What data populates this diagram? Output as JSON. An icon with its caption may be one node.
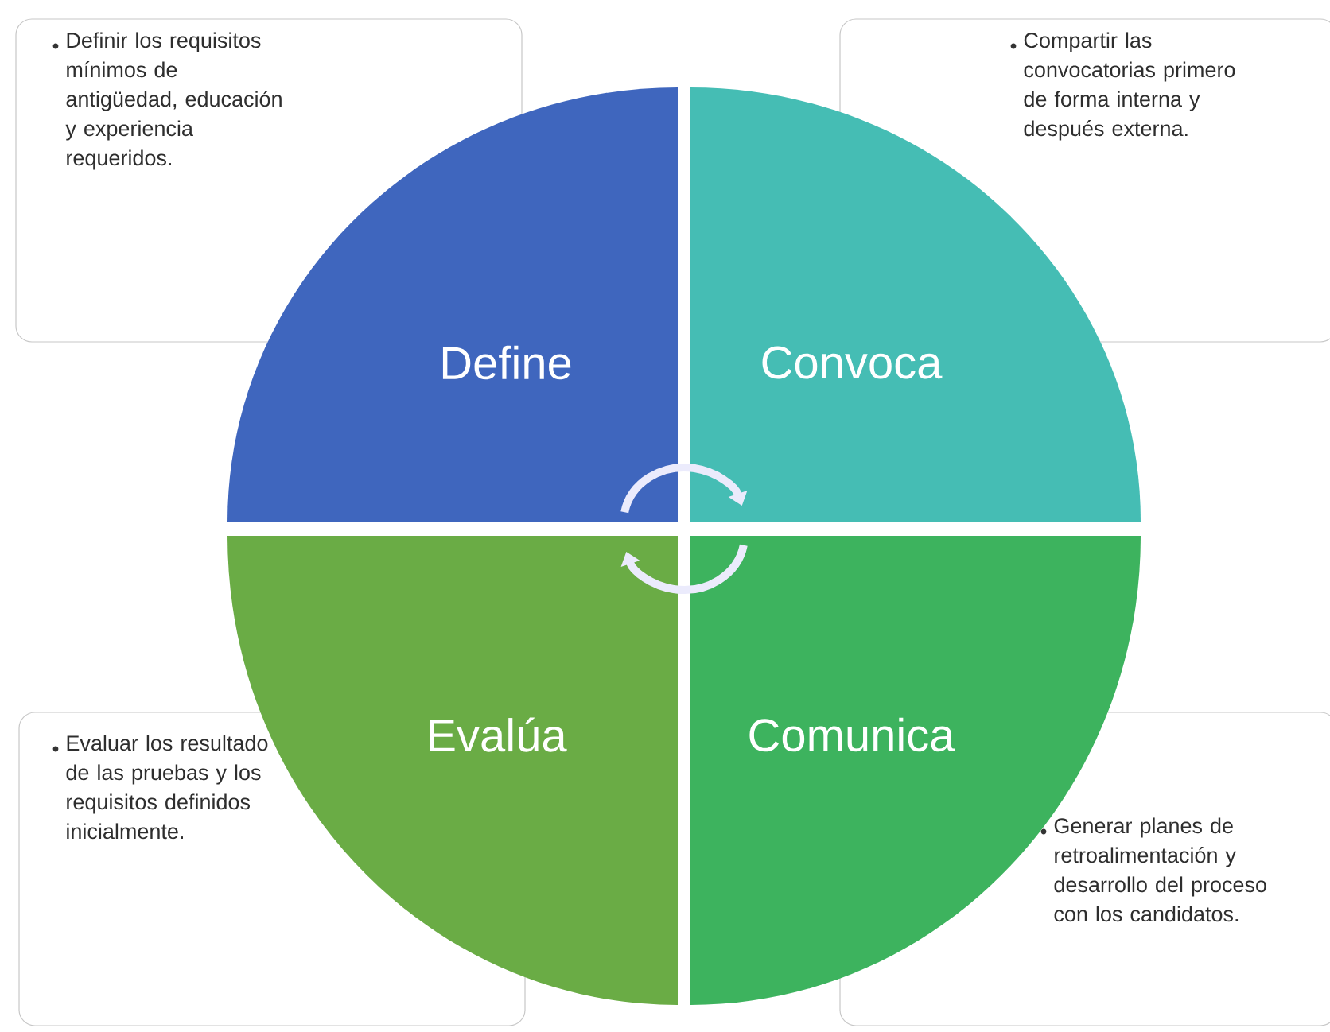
{
  "diagram": {
    "nodes": [
      {
        "text": [
          "Definir los requisitos mínimos de antigüedad, educación y experiencia requeridos."
        ]
      },
      {
        "text": [
          "Compartir las convocatorias primero de forma interna y después externa."
        ]
      },
      {
        "text": [
          "Define"
        ]
      },
      {
        "text": [
          "Convoca"
        ]
      },
      {
        "text": [
          "Evalúa"
        ]
      },
      {
        "text": [
          "Comunica"
        ]
      },
      {
        "text": [
          "Evaluar los resultado de las pruebas y los requisitos definidos inicialmente."
        ]
      },
      {
        "text": [
          "Generar planes de retroalimentación y desarrollo del proceso con los candidatos."
        ]
      }
    ],
    "edges": [
      {
        "from": 2,
        "to": 3,
        "arrow": "to"
      },
      {
        "from": 5,
        "to": 4,
        "arrow": "to"
      }
    ]
  }
}
